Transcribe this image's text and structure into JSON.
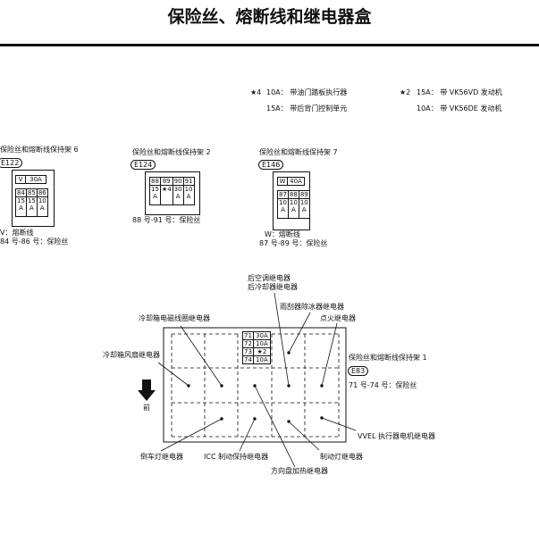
{
  "title": "保险丝、熔断线和继电器盒",
  "notes": {
    "star4": {
      "mark": "★4",
      "lines": [
        "10A： 带油门踏板执行器",
        "15A： 带后背门控制单元"
      ]
    },
    "star2": {
      "mark": "★2",
      "lines": [
        "15A： 带 VK56VD 发动机",
        "10A： 带 VK56DE 发动机"
      ]
    }
  },
  "holder6": {
    "title": "保险丝和熔断线保持架 6",
    "connector": "E122",
    "link": [
      "V",
      "30A"
    ],
    "fuse_nums": [
      "84",
      "85",
      "86"
    ],
    "fuse_vals": [
      "15\nA",
      "15\nA",
      "10\nA"
    ],
    "legend": [
      "V：熔断线",
      "84 号-86 号：保险丝"
    ]
  },
  "holder2": {
    "title": "保险丝和熔断线保持架 2",
    "connector": "E124",
    "fuse_nums": [
      "88",
      "89",
      "90",
      "91"
    ],
    "fuse_vals": [
      "15\nA",
      "★4",
      "30\nA",
      "10\nA"
    ],
    "legend": [
      "88 号-91 号：保险丝"
    ]
  },
  "holder7": {
    "title": "保险丝和熔断线保持架 7",
    "connector": "E146",
    "link": [
      "W",
      "40A"
    ],
    "fuse_nums": [
      "87",
      "88",
      "89"
    ],
    "fuse_vals": [
      "10\nA",
      "10\nA",
      "10\nA"
    ],
    "legend": [
      "W：熔断线",
      "87 号-89 号：保险丝"
    ]
  },
  "holder1": {
    "title": "保险丝和熔断线保持架 1",
    "connector": "E83",
    "legend": "71 号-74 号：保险丝",
    "fuses": [
      [
        "71",
        "30A"
      ],
      [
        "72",
        "10A"
      ],
      [
        "73",
        "★2"
      ],
      [
        "74",
        "10A"
      ]
    ]
  },
  "front_label": "前",
  "relays": {
    "rear_ac": "后空调继电器",
    "rear_cooler": "后冷却器继电器",
    "wiper_deicer": "雨刮器除冰器继电器",
    "ignition": "点火继电器",
    "cool_box_solenoid": "冷却箱电磁线圈继电器",
    "cool_box_fan": "冷却箱风扇继电器",
    "vvel": "VVEL 执行器电机继电器",
    "backup_lamp": "倒车灯继电器",
    "icc_brake_hold": "ICC 制动保持继电器",
    "steering_heater": "方向盘加热继电器",
    "stop_lamp": "制动灯继电器"
  }
}
